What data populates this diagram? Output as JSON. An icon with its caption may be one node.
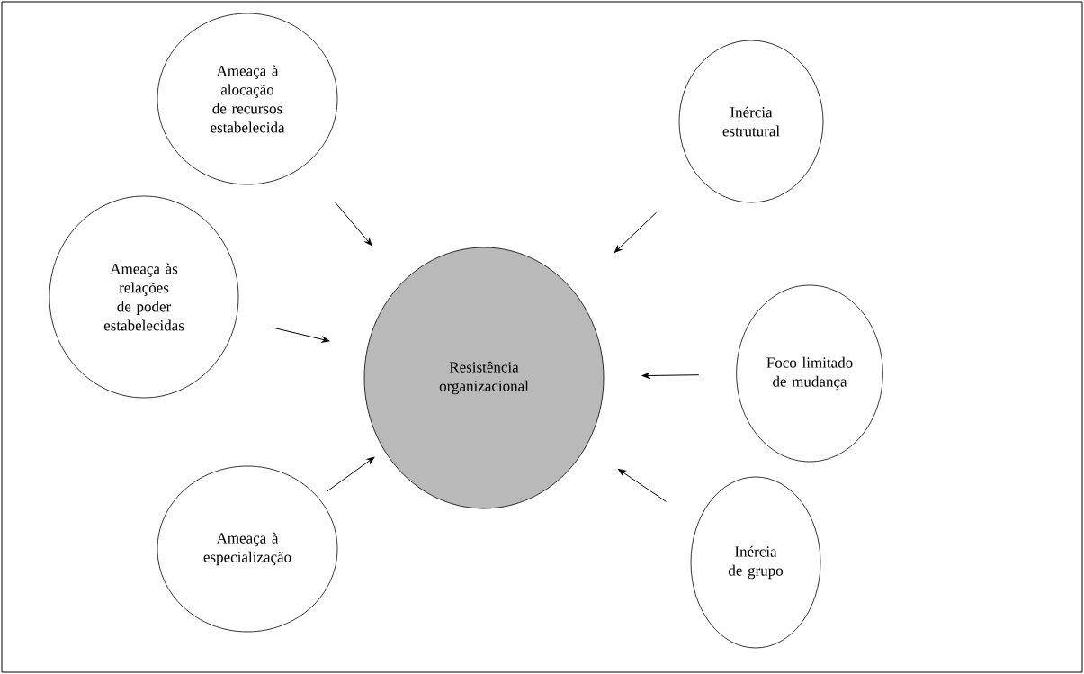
{
  "diagram": {
    "nodes": [
      {
        "text": [
          "Ameaça à alocação de recursos estabelecida"
        ]
      },
      {
        "text": [
          "Inércia estrutural"
        ]
      },
      {
        "text": [
          "Ameaça às relações de poder estabelecidas"
        ]
      },
      {
        "text": [
          "Resistência organizacional"
        ]
      },
      {
        "text": [
          "Foco limitado de mudança"
        ]
      },
      {
        "text": [
          "Ameaça à especialização"
        ]
      },
      {
        "text": [
          "Inércia de grupo"
        ]
      }
    ],
    "edges": [
      {
        "from": 0,
        "to": 3,
        "arrow": "to"
      },
      {
        "from": 1,
        "to": 3,
        "arrow": "to"
      },
      {
        "from": 2,
        "to": 3,
        "arrow": "to"
      },
      {
        "from": 4,
        "to": 3,
        "arrow": "to"
      },
      {
        "from": 5,
        "to": 3,
        "arrow": "to"
      },
      {
        "from": 6,
        "to": 3,
        "arrow": "to"
      }
    ]
  }
}
